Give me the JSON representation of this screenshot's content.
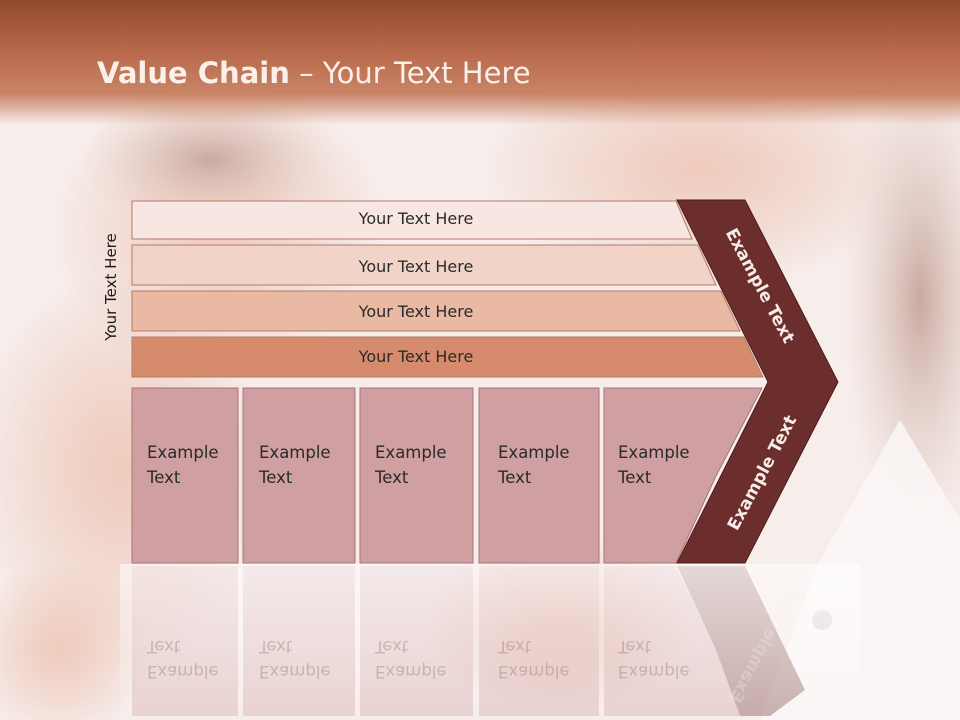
{
  "title": {
    "bold": "Value Chain",
    "rest": " – Your Text Here"
  },
  "side_label": "Your Text Here",
  "rows": [
    "Your Text Here",
    "Your Text Here",
    "Your Text Here",
    "Your Text Here"
  ],
  "boxes": [
    "Example Text",
    "Example Text",
    "Example Text",
    "Example Text",
    "Example Text"
  ],
  "chevron_top": "Example Text",
  "chevron_bottom": "Example Text",
  "colors": {
    "title_band": "#b8684a",
    "chevron": "#6b2e2c",
    "box": "#cf9ea0",
    "row1": "#f6e4df",
    "row2": "#f0d2c6",
    "row3": "#e8b9a3",
    "row4": "#d68d6d"
  }
}
